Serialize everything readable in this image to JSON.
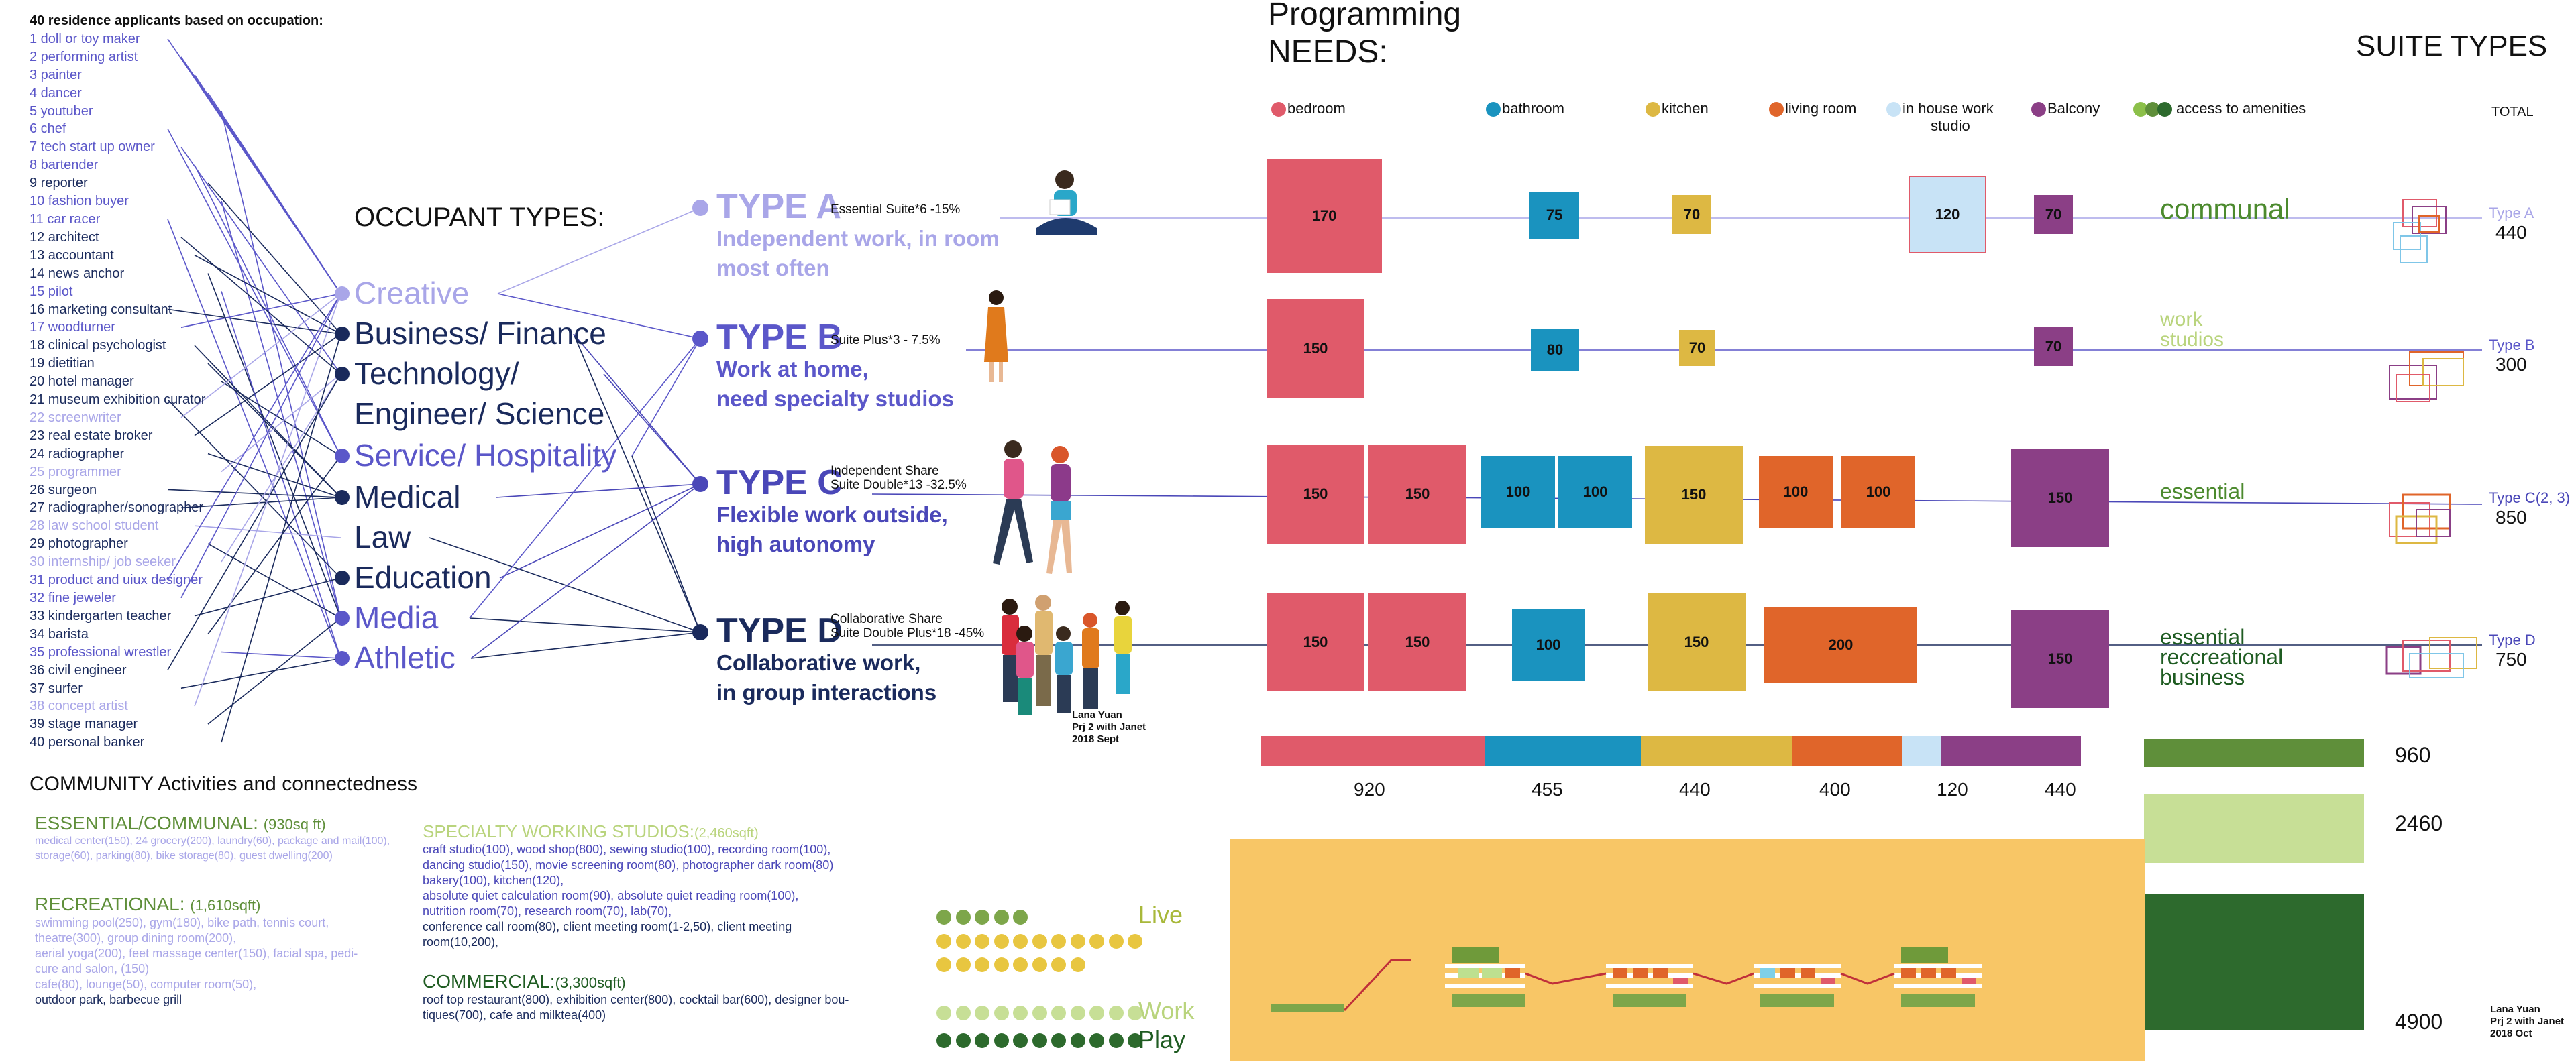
{
  "occupations_header": "40 residence applicants based on occupation:",
  "occupations": [
    {
      "t": "1 doll or toy maker",
      "c": "#5b57c9"
    },
    {
      "t": "2 performing artist",
      "c": "#5b57c9"
    },
    {
      "t": "3 painter",
      "c": "#5b57c9"
    },
    {
      "t": "4 dancer",
      "c": "#5b57c9"
    },
    {
      "t": "5 youtuber",
      "c": "#5b57c9"
    },
    {
      "t": "6 chef",
      "c": "#5b57c9"
    },
    {
      "t": "7 tech start up owner",
      "c": "#5b57c9"
    },
    {
      "t": "8 bartender",
      "c": "#5b57c9"
    },
    {
      "t": "9 reporter",
      "c": "#1a2a5c"
    },
    {
      "t": "10 fashion buyer",
      "c": "#5b57c9"
    },
    {
      "t": "11 car racer",
      "c": "#5b57c9"
    },
    {
      "t": "12 architect",
      "c": "#1a2a5c"
    },
    {
      "t": "13 accountant",
      "c": "#1a2a5c"
    },
    {
      "t": "14 news anchor",
      "c": "#1a2a5c"
    },
    {
      "t": "15 pilot",
      "c": "#5b57c9"
    },
    {
      "t": "16 marketing consultant",
      "c": "#1a2a5c"
    },
    {
      "t": "17 woodturner",
      "c": "#5b57c9"
    },
    {
      "t": "18 clinical psychologist",
      "c": "#1a2a5c"
    },
    {
      "t": "19 dietitian",
      "c": "#1a2a5c"
    },
    {
      "t": "20 hotel manager",
      "c": "#1a2a5c"
    },
    {
      "t": "21 museum exhibition curator",
      "c": "#1a2a5c"
    },
    {
      "t": "22 screenwriter",
      "c": "#a9a6e8"
    },
    {
      "t": "23 real estate broker",
      "c": "#1a2a5c"
    },
    {
      "t": "24 radiographer",
      "c": "#1a2a5c"
    },
    {
      "t": "25 programmer",
      "c": "#a9a6e8"
    },
    {
      "t": "26 surgeon",
      "c": "#1a2a5c"
    },
    {
      "t": "27 radiographer/sonographer",
      "c": "#1a2a5c"
    },
    {
      "t": "28 law school student",
      "c": "#a9a6e8"
    },
    {
      "t": "29 photographer",
      "c": "#1a2a5c"
    },
    {
      "t": "30 internship/ job seeker",
      "c": "#a9a6e8"
    },
    {
      "t": "31 product and uiux designer",
      "c": "#5b57c9"
    },
    {
      "t": "32 fine jeweler",
      "c": "#5b57c9"
    },
    {
      "t": "33 kindergarten teacher",
      "c": "#1a2a5c"
    },
    {
      "t": "34 barista",
      "c": "#1a2a5c"
    },
    {
      "t": "35 professional wrestler",
      "c": "#5b57c9"
    },
    {
      "t": "36 civil engineer",
      "c": "#1a2a5c"
    },
    {
      "t": "37 surfer",
      "c": "#1a2a5c"
    },
    {
      "t": "38 concept artist",
      "c": "#a9a6e8"
    },
    {
      "t": "39 stage manager",
      "c": "#1a2a5c"
    },
    {
      "t": "40 personal banker",
      "c": "#1a2a5c"
    }
  ],
  "occupant_types_title": "OCCUPANT TYPES:",
  "categories": [
    {
      "t": "Creative",
      "c": "#a9a6e8"
    },
    {
      "t": "Business/ Finance",
      "c": "#1a2a5c"
    },
    {
      "t": "Technology/",
      "c": "#1a2a5c"
    },
    {
      "t": "Engineer/ Science",
      "c": "#1a2a5c"
    },
    {
      "t": "Service/ Hospitality",
      "c": "#5b57c9"
    },
    {
      "t": "Medical",
      "c": "#1a2a5c"
    },
    {
      "t": "Law",
      "c": "#1a2a5c"
    },
    {
      "t": "Education",
      "c": "#1a2a5c"
    },
    {
      "t": "Media",
      "c": "#5b57c9"
    },
    {
      "t": "Athletic",
      "c": "#5b57c9"
    }
  ],
  "types": [
    {
      "head": "TYPE A",
      "sub": "Essential Suite*6 -15%",
      "desc1": "Independent work, in room",
      "desc2": "most often",
      "c": "#a9a6e8"
    },
    {
      "head": "TYPE B",
      "sub": "Suite Plus*3 - 7.5%",
      "desc1": "Work at home,",
      "desc2": "need specialty studios",
      "c": "#5b57c9"
    },
    {
      "head": "TYPE C",
      "sub": "Independent Share",
      "sub2": "Suite Double*13 -32.5%",
      "desc1": "Flexible work outside,",
      "desc2": "high autonomy",
      "c": "#4a47b8"
    },
    {
      "head": "TYPE D",
      "sub": "Collaborative Share",
      "sub2": "Suite Double Plus*18 -45%",
      "desc1": "Collaborative work,",
      "desc2": " in group interactions",
      "c": "#1a2a5c"
    }
  ],
  "credit1": [
    "Lana Yuan",
    "Prj 2 with Janet",
    "2018 Sept"
  ],
  "credit2": [
    "Lana Yuan",
    "Prj 2 with Janet",
    "2018 Oct"
  ],
  "programming_title": [
    "Programming",
    "NEEDS:"
  ],
  "suite_types_title": "SUITE TYPES",
  "total_label": "TOTAL",
  "legend": [
    {
      "t": "bedroom",
      "c": "#e05a6a"
    },
    {
      "t": "bathroom",
      "c": "#1a93bf"
    },
    {
      "t": "kitchen",
      "c": "#ddb843"
    },
    {
      "t": "living room",
      "c": "#e0652a"
    },
    {
      "t": "in house work",
      "t2": "studio",
      "c": "#c8e3f6"
    },
    {
      "t": "Balcony",
      "c": "#8b3f86"
    },
    {
      "t": "access to amenities",
      "c": "#5f8f3a"
    }
  ],
  "amenities": [
    {
      "l1": "communal",
      "c": "#4c8a2e"
    },
    {
      "l1": "work",
      "l2": "studios",
      "c": "#b9d47d"
    },
    {
      "l1": "essential",
      "c": "#4c8a2e"
    },
    {
      "l1": "essential",
      "l2": "reccreational",
      "l3": "business",
      "c": "#1f5c22"
    }
  ],
  "suites": [
    {
      "label": "Type A",
      "total": "440"
    },
    {
      "label": "Type B",
      "total": "300"
    },
    {
      "label": "Type C(2, 3)",
      "total": "850"
    },
    {
      "label": "Type D",
      "total": "750"
    }
  ],
  "rows": [
    [
      {
        "v": "170",
        "k": "bedroom"
      },
      {
        "v": "75",
        "k": "bathroom"
      },
      {
        "v": "70",
        "k": "kitchen"
      },
      {
        "v": "120",
        "k": "studio"
      },
      {
        "v": "70",
        "k": "balcony"
      }
    ],
    [
      {
        "v": "150",
        "k": "bedroom"
      },
      {
        "v": "80",
        "k": "bathroom"
      },
      {
        "v": "70",
        "k": "kitchen"
      },
      {
        "v": "70",
        "k": "balcony"
      }
    ],
    [
      {
        "v": "150",
        "k": "bedroom"
      },
      {
        "v": "150",
        "k": "bedroom"
      },
      {
        "v": "100",
        "k": "bathroom"
      },
      {
        "v": "100",
        "k": "bathroom"
      },
      {
        "v": "150",
        "k": "kitchen"
      },
      {
        "v": "100",
        "k": "living"
      },
      {
        "v": "100",
        "k": "living"
      },
      {
        "v": "150",
        "k": "balcony"
      }
    ],
    [
      {
        "v": "150",
        "k": "bedroom"
      },
      {
        "v": "150",
        "k": "bedroom"
      },
      {
        "v": "100",
        "k": "bathroom"
      },
      {
        "v": "150",
        "k": "kitchen"
      },
      {
        "v": "200",
        "k": "living"
      },
      {
        "v": "150",
        "k": "balcony"
      }
    ]
  ],
  "totals": [
    "920",
    "455",
    "440",
    "400",
    "120",
    "440"
  ],
  "amenity_totals": [
    {
      "v": "960",
      "c": "#5f8f3a"
    },
    {
      "v": "2460",
      "c": "#c7df96"
    },
    {
      "v": "4900",
      "c": "#2d6a2d"
    }
  ],
  "community_title": "COMMUNITY Activities and connectedness",
  "essential_head": "ESSENTIAL/COMMUNAL: ",
  "essential_area": "(930sq ft)",
  "essential_text": [
    "medical center(150), 24 grocery(200), laundry(60), package and mail(100),",
    "storage(60), parking(80), bike storage(80), guest dwelling(200)"
  ],
  "recreational_head": "RECREATIONAL: ",
  "recreational_area": "(1,610sqft)",
  "recreational_text": [
    "swimming pool(250), gym(180), bike path, tennis court,",
    "theatre(300), group dining room(200),",
    "aerial yoga(200), feet massage center(150), facial spa, pedi-",
    "cure and salon, (150)",
    "cafe(80), lounge(50), computer room(50),"
  ],
  "recreational_last": "outdoor park, barbecue grill",
  "specialty_head": "SPECIALTY WORKING STUDIOS:",
  "specialty_area": "(2,460sqft)",
  "specialty_text": [
    "craft studio(100), wood shop(800), sewing studio(100), recording room(100),",
    "dancing studio(150), movie screening room(80), photographer dark room(80)",
    "bakery(100), kitchen(120),",
    "absolute quiet calculation room(90), absolute quiet reading room(100),",
    "nutrition room(70), research room(70), lab(70),",
    "conference call room(80), client meeting room(1-2,50), client meeting",
    "room(10,200),"
  ],
  "commercial_head": "COMMERCIAL:",
  "commercial_area": "(3,300sqft)",
  "commercial_text": [
    " roof top restaurant(800), exhibition center(800), cocktail bar(600), designer bou-",
    "tiques(700), cafe and milktea(400)"
  ],
  "live_label": "Live",
  "work_label": "Work",
  "play_label": "Play"
}
